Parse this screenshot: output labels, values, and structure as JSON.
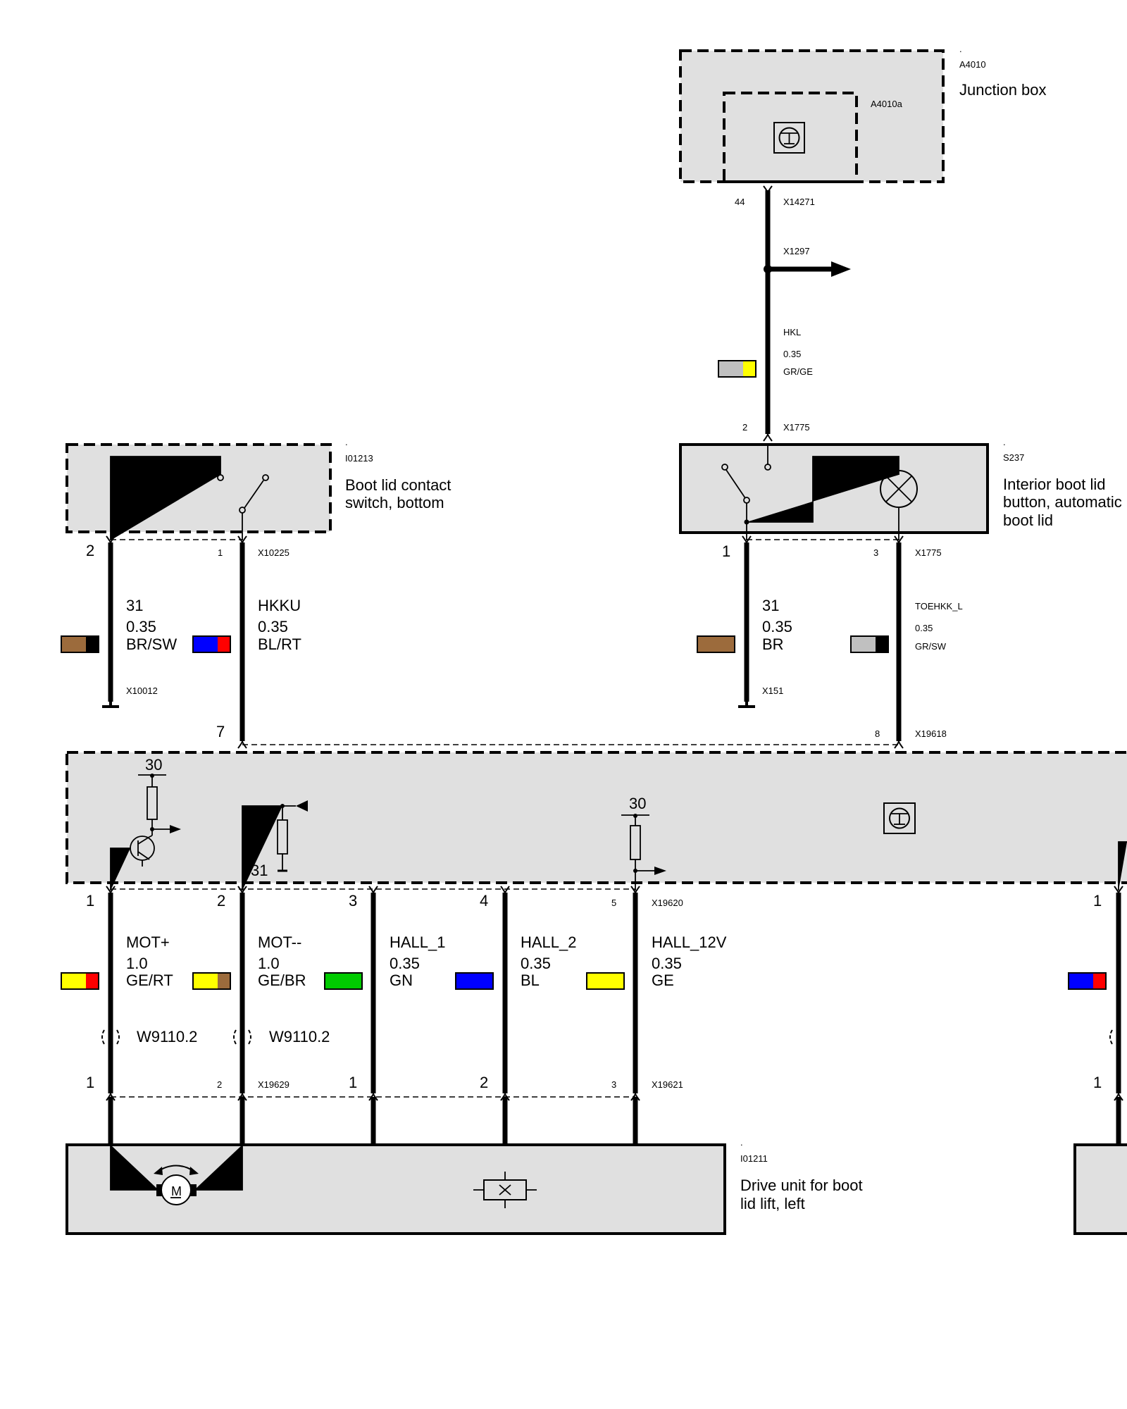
{
  "components": {
    "a4010": {
      "dot": ".",
      "code": "A4010",
      "title": "Junction box",
      "sub_code": "A4010a"
    },
    "i01213": {
      "dot": ".",
      "code": "I01213",
      "title_line1": "Boot lid contact",
      "title_line2": "switch, bottom"
    },
    "s237": {
      "dot": ".",
      "code": "S237",
      "title_line1": "Interior boot lid",
      "title_line2": "button, automatic",
      "title_line3": "boot lid"
    },
    "i01211": {
      "dot": ".",
      "code": "I01211",
      "title_line1": "Drive unit for boot",
      "title_line2": "lid lift, left"
    }
  },
  "connectors": {
    "x14271": "X14271",
    "x1297": "X1297",
    "x1775_top": "X1775",
    "x10225": "X10225",
    "x1775_bottom": "X1775",
    "x10012": "X10012",
    "x151": "X151",
    "x19618": "X19618",
    "x19620": "X19620",
    "x19629": "X19629",
    "x19621": "X19621"
  },
  "pins": {
    "jb_44": "44",
    "s237_in_2": "2",
    "sw_2": "2",
    "sw_1": "1",
    "s237_1": "1",
    "s237_3": "3",
    "mod_7": "7",
    "mod_8": "8",
    "mod_1": "1",
    "mod_2": "2",
    "mod_3": "3",
    "mod_4": "4",
    "mod_5": "5",
    "drv_1": "1",
    "drv_2": "2",
    "drv_h1": "1",
    "drv_h2": "2",
    "drv_h3": "3",
    "right_top_1": "1",
    "right_bot_1": "1"
  },
  "module_labels": {
    "v30_a": "30",
    "gnd_31": "31",
    "v30_b": "30"
  },
  "wires": {
    "hkl": {
      "signal": "HKL",
      "size": "0.35",
      "color": "GR/GE"
    },
    "w31a": {
      "signal": "31",
      "size": "0.35",
      "color": "BR/SW"
    },
    "hkku": {
      "signal": "HKKU",
      "size": "0.35",
      "color": "BL/RT"
    },
    "w31b": {
      "signal": "31",
      "size": "0.35",
      "color": "BR"
    },
    "toehkk": {
      "signal": "TOEHKK_L",
      "size": "0.35",
      "color": "GR/SW"
    },
    "motp": {
      "signal": "MOT+",
      "size": "1.0",
      "color": "GE/RT"
    },
    "motm": {
      "signal": "MOT--",
      "size": "1.0",
      "color": "GE/BR"
    },
    "hall1": {
      "signal": "HALL_1",
      "size": "0.35",
      "color": "GN"
    },
    "hall2": {
      "signal": "HALL_2",
      "size": "0.35",
      "color": "BL"
    },
    "hall12": {
      "signal": "HALL_12V",
      "size": "0.35",
      "color": "GE"
    }
  },
  "harness": {
    "w1": "W9110.2",
    "w2": "W9110.2"
  },
  "swatch_colors": {
    "grey": "#c0c0c0",
    "yellow": "#ffff00",
    "brown": "#9c6b3c",
    "black": "#000000",
    "blue": "#0000ff",
    "red": "#ff0000",
    "green": "#00cc00"
  }
}
